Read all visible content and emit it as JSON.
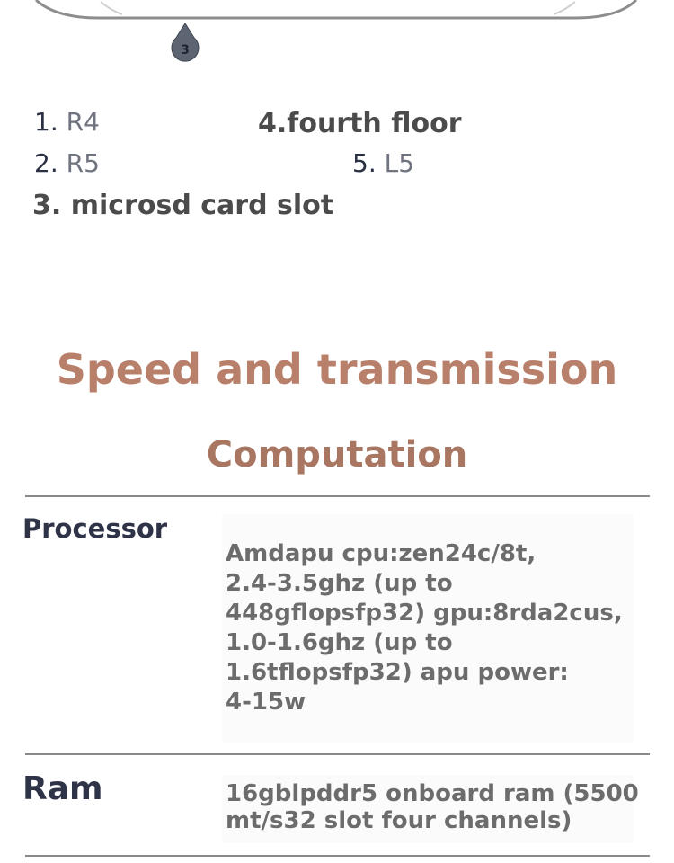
{
  "diagram": {
    "marker_number": "3"
  },
  "legend": [
    {
      "number": "1.",
      "label": "R4"
    },
    {
      "number": "2.",
      "label": "R5"
    },
    {
      "number": "3.",
      "label": "microsd card slot"
    },
    {
      "number": "4.",
      "label": "fourth floor"
    },
    {
      "number": "5.",
      "label": "L5"
    }
  ],
  "section": {
    "title": "Speed and transmission",
    "subtitle": "Computation"
  },
  "specs": [
    {
      "label": "Processor",
      "value_lines": [
        "Amdapu cpu:zen24c/8t,",
        "2.4-3.5ghz (up to",
        "448gflopsfp32) gpu:8rda2cus,",
        "1.0-1.6ghz (up to",
        "1.6tflopsfp32) apu power:",
        "4-15w"
      ]
    },
    {
      "label": "Ram",
      "value_lines": [
        "16gblpddr5 onboard ram (5500",
        "mt/s32 slot four channels)"
      ]
    }
  ]
}
